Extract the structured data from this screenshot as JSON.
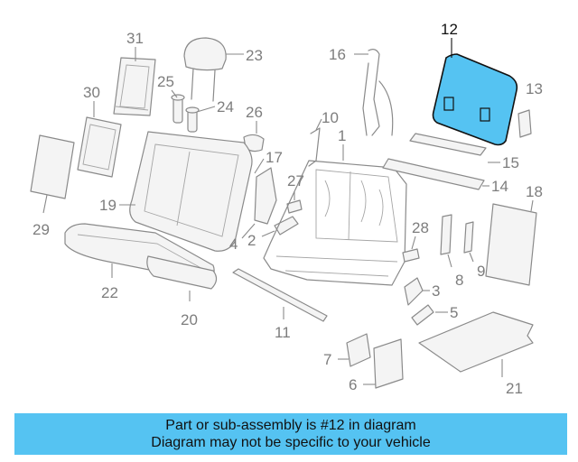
{
  "callouts": {
    "c1": "1",
    "c2": "2",
    "c3": "3",
    "c4": "4",
    "c5": "5",
    "c6": "6",
    "c7": "7",
    "c8": "8",
    "c9": "9",
    "c10": "10",
    "c11": "11",
    "c12": "12",
    "c13": "13",
    "c14": "14",
    "c15": "15",
    "c16": "16",
    "c17": "17",
    "c18": "18",
    "c19": "19",
    "c20": "20",
    "c21": "21",
    "c22": "22",
    "c23": "23",
    "c24": "24",
    "c25": "25",
    "c26": "26",
    "c27": "27",
    "c28": "28",
    "c29": "29",
    "c30": "30",
    "c31": "31"
  },
  "highlight": {
    "part": "12",
    "color": "#55c3f2"
  },
  "caption": {
    "line1": "Part or sub-assembly is #12 in diagram",
    "line2": "Diagram may not be specific to your vehicle"
  }
}
